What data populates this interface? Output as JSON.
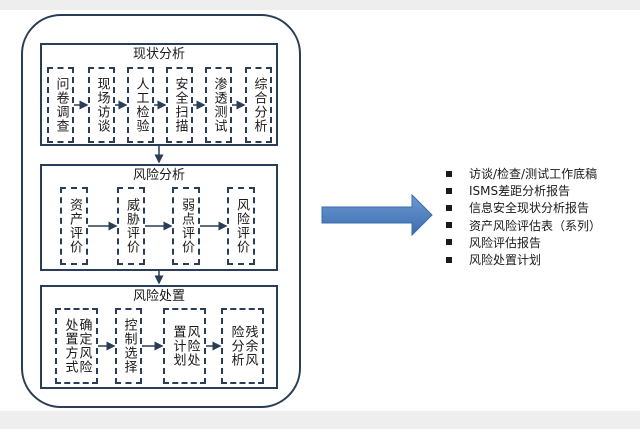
{
  "sections": [
    {
      "title": "现状分析",
      "steps": [
        "问卷调查",
        "现场访谈",
        "人工检验",
        "安全扫描",
        "渗透测试",
        "综合分析"
      ]
    },
    {
      "title": "风险分析",
      "steps": [
        "资产评价",
        "威胁评价",
        "弱点评价",
        "风险评价"
      ]
    },
    {
      "title": "风险处置",
      "steps": [
        "确定风险处置方式",
        "控制选择",
        "风险处置计划",
        "残余风险分析"
      ]
    }
  ],
  "outputs": [
    "访谈/检查/测试工作底稿",
    "ISMS差距分析报告",
    "信息安全现状分析报告",
    "资产风险评估表（系列）",
    "风险评估报告",
    "风险处置计划"
  ],
  "colors": {
    "border": "#2a3d57",
    "arrow": "#4a7fc1",
    "band": "#eeeeee"
  }
}
